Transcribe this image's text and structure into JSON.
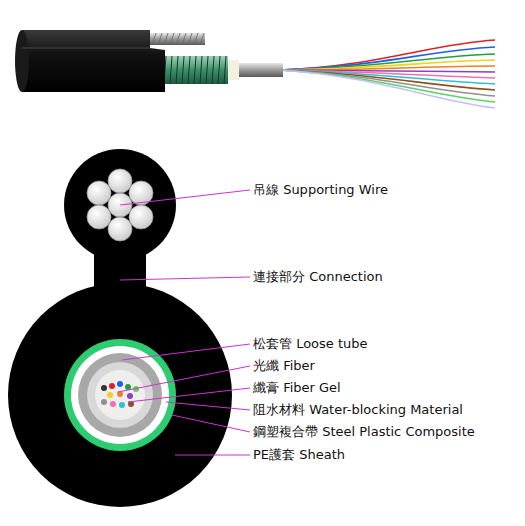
{
  "diagram": {
    "labels": [
      "吊線 Supporting Wire",
      "連接部分 Connection",
      "松套管 Loose tube",
      "光纖 Fiber",
      "纖膏 Fiber Gel",
      "阻水材料 Water-blocking Material",
      "鋼塑複合帶 Steel Plastic Composite",
      "PE護套 Sheath"
    ]
  }
}
